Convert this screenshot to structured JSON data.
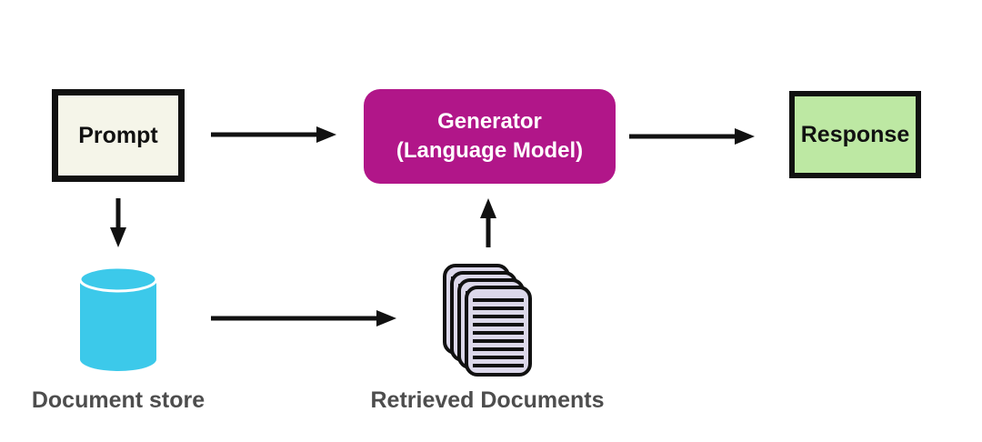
{
  "diagram": {
    "type": "flow-diagram",
    "topic": "Retrieval Augmented Generation pipeline",
    "nodes": {
      "prompt": {
        "label": "Prompt",
        "fill": "#f5f5e9",
        "border_color": "#111111",
        "shape": "rectangle"
      },
      "generator": {
        "title": "Generator",
        "subtitle": "(Language Model)",
        "fill": "#b11689",
        "text_color": "#ffffff",
        "shape": "rounded-rectangle"
      },
      "response": {
        "label": "Response",
        "fill": "#bde8a3",
        "border_color": "#111111",
        "shape": "rectangle"
      },
      "document_store": {
        "label": "Document store",
        "fill": "#3cc9ea",
        "shape": "database-cylinder",
        "label_color": "#4d4d4d"
      },
      "retrieved_documents": {
        "label": "Retrieved Documents",
        "fill": "#dcd8ea",
        "border_color": "#111111",
        "shape": "document-stack",
        "stack_count": 4,
        "label_color": "#4d4d4d"
      }
    },
    "edges": [
      {
        "from": "Prompt",
        "to": "Generator (Language Model)",
        "direction": "right"
      },
      {
        "from": "Generator (Language Model)",
        "to": "Response",
        "direction": "right"
      },
      {
        "from": "Prompt",
        "to": "Document store",
        "direction": "down"
      },
      {
        "from": "Document store",
        "to": "Retrieved Documents",
        "direction": "right"
      },
      {
        "from": "Retrieved Documents",
        "to": "Generator (Language Model)",
        "direction": "up"
      }
    ],
    "arrow_color": "#111111",
    "background": "#ffffff"
  }
}
